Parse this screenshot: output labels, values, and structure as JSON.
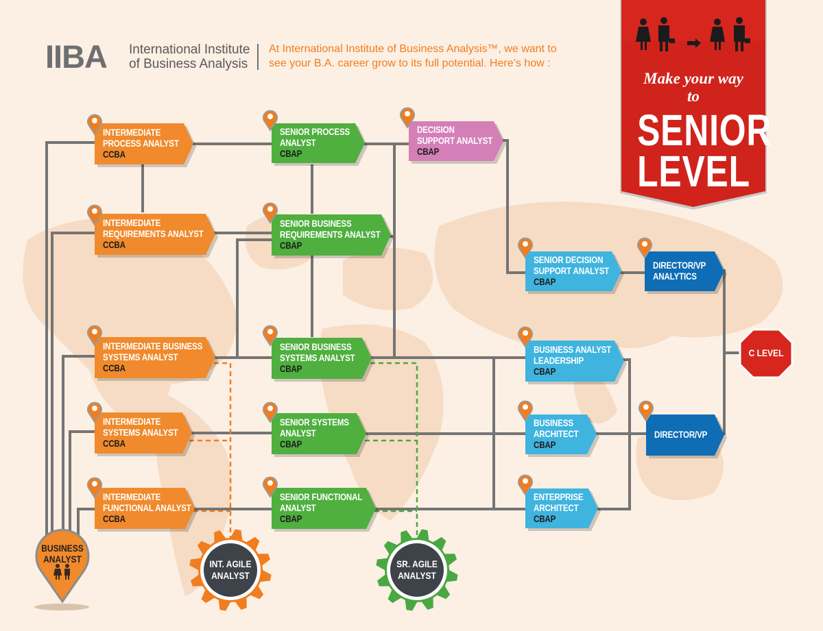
{
  "header": {
    "logo_text": "IIBA",
    "institute_line1": "International Institute",
    "institute_line2": "of Business Analysis",
    "tagline_line1": "At International Institute of Business Analysis™, we want to",
    "tagline_line2": "see your B.A. career grow to its full potential. Here’s how :"
  },
  "banner": {
    "subtitle_line1": "Make your way",
    "subtitle_line2": "to",
    "title_line1": "SENIOR",
    "title_line2": "LEVEL",
    "icon": "people-promotion-icon"
  },
  "colors": {
    "orange": "#f08a2c",
    "green": "#4faf3f",
    "pink": "#d57fb8",
    "light_blue": "#3fb4df",
    "dark_blue": "#0f6db5",
    "red": "#d7261e",
    "connector": "#747474",
    "agile_orange": "#f07d1f",
    "agile_green": "#4aa842"
  },
  "nodes": [
    {
      "id": "int-process",
      "line1": "INTERMEDIATE",
      "line2": "PROCESS ANALYST",
      "cert": "CCBA",
      "color": "orange"
    },
    {
      "id": "int-requirements",
      "line1": "INTERMEDIATE",
      "line2": "REQUIREMENTS ANALYST",
      "cert": "CCBA",
      "color": "orange"
    },
    {
      "id": "int-bus-systems",
      "line1": "INTERMEDIATE BUSINESS",
      "line2": "SYSTEMS ANALYST",
      "cert": "CCBA",
      "color": "orange"
    },
    {
      "id": "int-systems",
      "line1": "INTERMEDIATE",
      "line2": "SYSTEMS ANALYST",
      "cert": "CCBA",
      "color": "orange"
    },
    {
      "id": "int-functional",
      "line1": "INTERMEDIATE",
      "line2": "FUNCTIONAL ANALYST",
      "cert": "CCBA",
      "color": "orange"
    },
    {
      "id": "sr-process",
      "line1": "SENIOR PROCESS",
      "line2": "ANALYST",
      "cert": "CBAP",
      "color": "green"
    },
    {
      "id": "sr-bus-req",
      "line1": "SENIOR BUSINESS",
      "line2": "REQUIREMENTS ANALYST",
      "cert": "CBAP",
      "color": "green"
    },
    {
      "id": "sr-bus-systems",
      "line1": "SENIOR BUSINESS",
      "line2": "SYSTEMS ANALYST",
      "cert": "CBAP",
      "color": "green"
    },
    {
      "id": "sr-systems",
      "line1": "SENIOR SYSTEMS",
      "line2": " ANALYST",
      "cert": "CBAP",
      "color": "green"
    },
    {
      "id": "sr-functional",
      "line1": "SENIOR FUNCTIONAL",
      "line2": " ANALYST",
      "cert": "CBAP",
      "color": "green"
    },
    {
      "id": "decision-support",
      "line1": "DECISION",
      "line2": "SUPPORT ANALYST",
      "cert": "CBAP",
      "color": "pink"
    },
    {
      "id": "sr-decision-support",
      "line1": "SENIOR DECISION",
      "line2": "SUPPORT ANALYST",
      "cert": "CBAP",
      "color": "light_blue"
    },
    {
      "id": "ba-leadership",
      "line1": "BUSINESS ANALYST",
      "line2": "LEADERSHIP",
      "cert": "CBAP",
      "color": "light_blue"
    },
    {
      "id": "business-architect",
      "line1": "BUSINESS",
      "line2": "ARCHITECT",
      "cert": "CBAP",
      "color": "light_blue"
    },
    {
      "id": "enterprise-architect",
      "line1": "ENTERPRISE",
      "line2": "ARCHITECT",
      "cert": "CBAP",
      "color": "light_blue"
    },
    {
      "id": "director-analytics",
      "line1": "DIRECTOR/VP",
      "line2": "ANALYTICS",
      "cert": "",
      "color": "dark_blue"
    },
    {
      "id": "director-vp",
      "line1": "DIRECTOR/VP",
      "line2": "",
      "cert": "",
      "color": "dark_blue"
    }
  ],
  "c_level": {
    "label": "C LEVEL"
  },
  "start": {
    "line1": "BUSINESS",
    "line2": "ANALYST",
    "icon": "people-icon"
  },
  "agile": [
    {
      "id": "int-agile",
      "line1": "INT. AGILE",
      "line2": "ANALYST",
      "color": "agile_orange",
      "icon": "gear-icon"
    },
    {
      "id": "sr-agile",
      "line1": "SR. AGILE",
      "line2": "ANALYST",
      "color": "agile_green",
      "icon": "gear-icon"
    }
  ]
}
